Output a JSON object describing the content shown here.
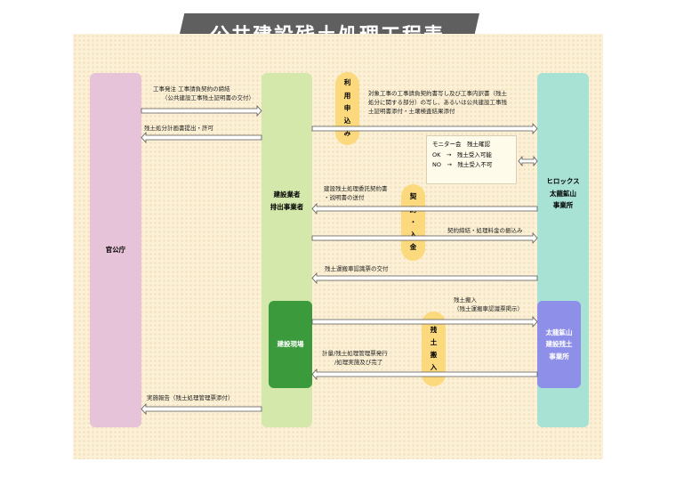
{
  "title": "公共建設残土処理工程表",
  "columns": {
    "government": "官公庁",
    "contractor": [
      "建設業者",
      "排出事業者"
    ],
    "site": "建設現場",
    "company": [
      "ヒロックス",
      "太龍鉱山",
      "事業所"
    ],
    "mine": [
      "太龍鉱山",
      "建設残土",
      "事業所"
    ]
  },
  "phases": {
    "application": [
      "利",
      "用",
      "申",
      "込",
      "み"
    ],
    "contract": [
      "契",
      "約",
      "・",
      "入",
      "金"
    ],
    "delivery": [
      "残",
      "土",
      "搬",
      "入"
    ]
  },
  "flows": {
    "f1": [
      "工事発注 工事請負契約の締結",
      "（公共建設工事残土証明書の交付）"
    ],
    "f2": "残土処分計画書提出・許可",
    "f3": [
      "対象工事の工事請負契約書写し及び工事内訳書（残土",
      "処分に関する部分）の写し、あるいは公共建設工事残",
      "土証明書添付・土壌検査結果添付"
    ],
    "f4": [
      "建設残土処理委託契約書",
      "・説明書の送付"
    ],
    "f5": "契約締結・処理料金の振込み",
    "f6": "残土運搬車認識票の交付",
    "f7": [
      "残土搬入",
      "（残土運搬車認識票掲示）"
    ],
    "f8": [
      "計量/残土処理管理票発行",
      "/処理実施及び完了"
    ],
    "f9": "実施報告（残土処理管理票添付）"
  },
  "monitor": {
    "title": "モニター会　残土確認",
    "ok": "OK　→　残土受入可能",
    "no": "NO　→　残土受入不可"
  },
  "colors": {
    "government": "#e6c3d9",
    "contractor": "#d4e8ab",
    "site": "#3a9a3c",
    "company": "#a7e2d5",
    "mine": "#8e8fe8",
    "pill": "#fbd97c",
    "banner": "#5f5f5f"
  }
}
